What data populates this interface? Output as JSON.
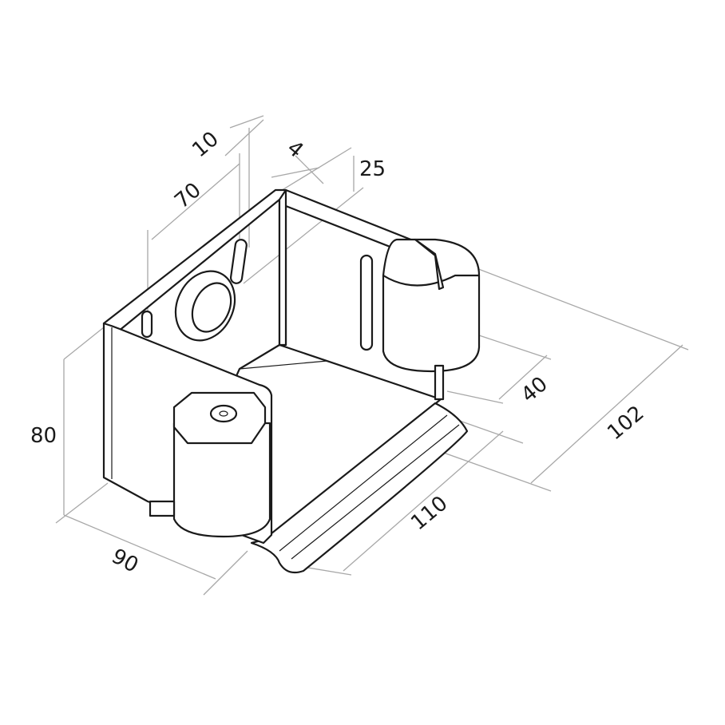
{
  "drawing": {
    "dimensions": {
      "slot_width": "10",
      "slot_gap": "4",
      "top_offset": "25",
      "slot_spacing": "70",
      "height": "80",
      "depth": "90",
      "length": "110",
      "roller_offset": "40",
      "width": "102"
    },
    "colors": {
      "line": "#1a1a1a",
      "dimension": "#a8a8a8"
    }
  }
}
